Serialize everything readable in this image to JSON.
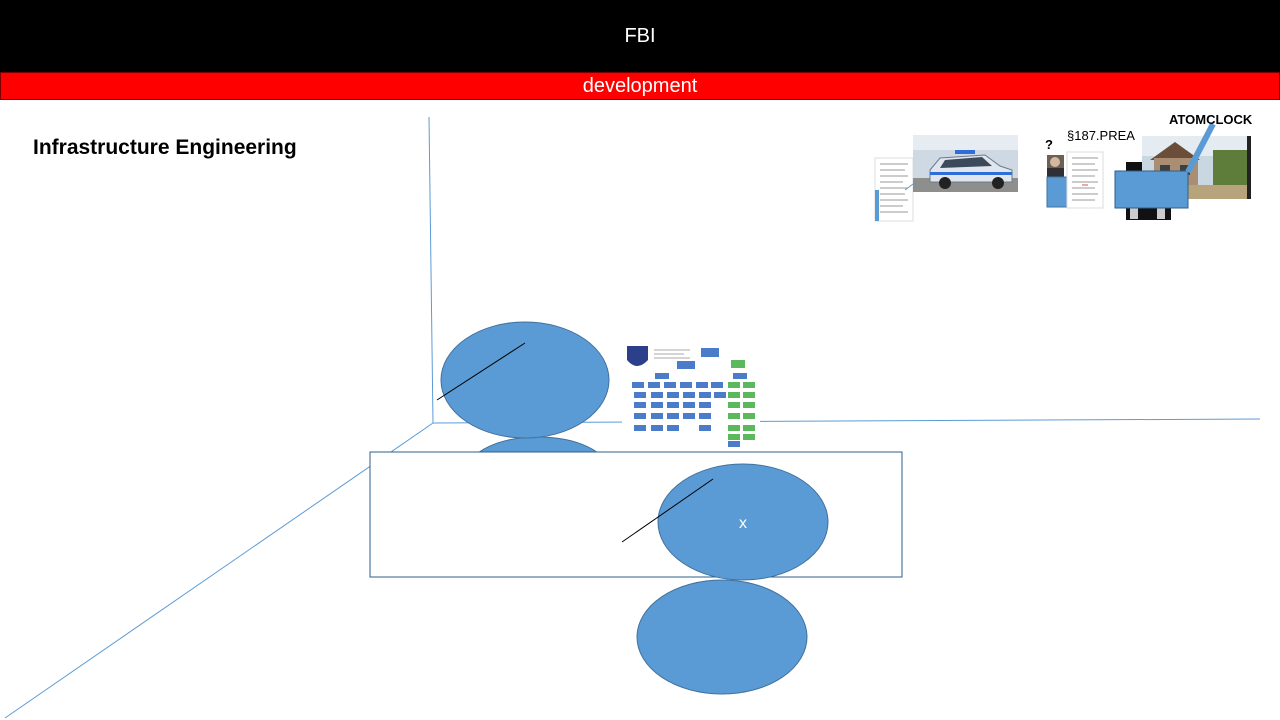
{
  "header": {
    "title": "FBI",
    "subtitle": "development"
  },
  "main": {
    "heading": "Infrastructure Engineering",
    "circle_label": "x"
  },
  "thumbnails": {
    "question_mark": "?",
    "section_label": "§187.PREA",
    "atomclock_label": "ATOMCLOCK"
  },
  "colors": {
    "title_bar": "#000000",
    "sub_bar": "#ff0000",
    "circle_fill": "#5b9bd5",
    "axis_line": "#5b9bd5"
  }
}
